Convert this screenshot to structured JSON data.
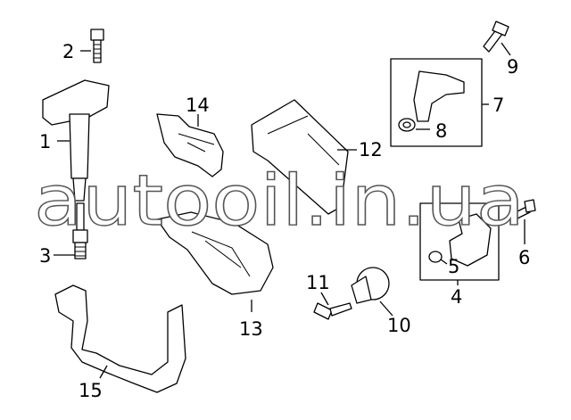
{
  "diagram": {
    "watermark": "autooil.in.ua",
    "callouts": [
      {
        "id": "1",
        "label": "1"
      },
      {
        "id": "2",
        "label": "2"
      },
      {
        "id": "3",
        "label": "3"
      },
      {
        "id": "4",
        "label": "4"
      },
      {
        "id": "5",
        "label": "5"
      },
      {
        "id": "6",
        "label": "6"
      },
      {
        "id": "7",
        "label": "7"
      },
      {
        "id": "8",
        "label": "8"
      },
      {
        "id": "9",
        "label": "9"
      },
      {
        "id": "10",
        "label": "10"
      },
      {
        "id": "11",
        "label": "11"
      },
      {
        "id": "12",
        "label": "12"
      },
      {
        "id": "13",
        "label": "13"
      },
      {
        "id": "14",
        "label": "14"
      },
      {
        "id": "15",
        "label": "15"
      }
    ]
  }
}
